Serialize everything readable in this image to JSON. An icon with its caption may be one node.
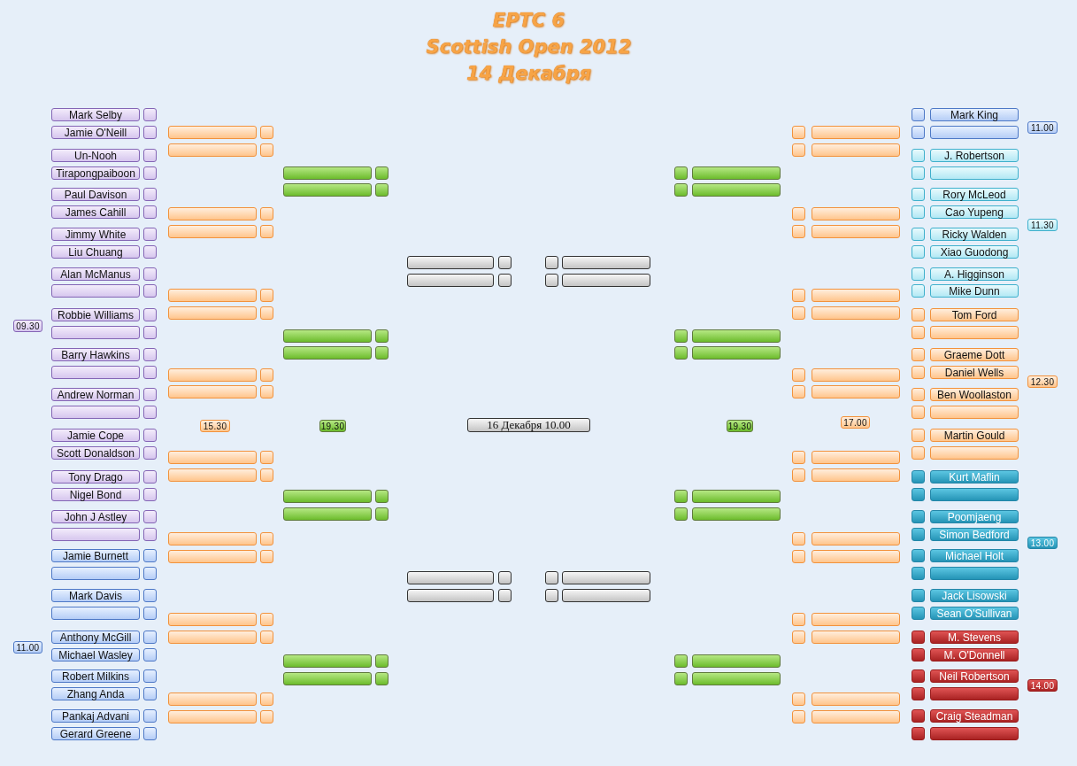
{
  "diagram": {
    "title": "EPTC 6",
    "nodes": [
      {
        "text": [
          "Mark Selby"
        ]
      },
      {
        "text": [
          "Jamie O'Neill"
        ]
      },
      {
        "text": [
          "Un-Nooh"
        ]
      },
      {
        "text": [
          "Tirapongpaiboon"
        ]
      },
      {
        "text": [
          "Paul Davison"
        ]
      },
      {
        "text": [
          "James Cahill"
        ]
      },
      {
        "text": [
          "Jimmy White"
        ]
      },
      {
        "text": [
          "Liu Chuang"
        ]
      },
      {
        "text": [
          "Alan McManus"
        ]
      },
      {
        "text": [],
        "shape": "box"
      },
      {
        "text": [
          "Robbie Williams"
        ]
      },
      {
        "text": [],
        "shape": "box"
      },
      {
        "text": [
          "Barry Hawkins"
        ]
      },
      {
        "text": [],
        "shape": "box"
      },
      {
        "text": [
          "Andrew Norman"
        ]
      },
      {
        "text": [],
        "shape": "box"
      },
      {
        "text": [
          "Jamie Cope"
        ]
      },
      {
        "text": [
          "Scott Donaldson"
        ]
      },
      {
        "text": [
          "Tony Drago"
        ]
      },
      {
        "text": [
          "Nigel Bond"
        ]
      },
      {
        "text": [
          "John J Astley"
        ]
      },
      {
        "text": [],
        "shape": "box"
      },
      {
        "text": [
          "Jamie Burnett"
        ]
      },
      {
        "text": [],
        "shape": "box"
      },
      {
        "text": [
          "Mark Davis"
        ]
      },
      {
        "text": [],
        "shape": "box"
      },
      {
        "text": [
          "Anthony McGill"
        ]
      },
      {
        "text": [
          "Michael Wasley"
        ]
      },
      {
        "text": [
          "Robert Milkins"
        ]
      },
      {
        "text": [
          "Zhang Anda"
        ]
      },
      {
        "text": [
          "Pankaj Advani"
        ]
      },
      {
        "text": [
          "Gerard Greene"
        ]
      },
      {
        "text": [
          "Mark King"
        ]
      },
      {
        "text": [],
        "shape": "box"
      },
      {
        "text": [
          "J.  Robertson"
        ]
      },
      {
        "text": [],
        "shape": "box"
      },
      {
        "text": [
          "Rory McLeod"
        ]
      },
      {
        "text": [
          "Cao Yupeng"
        ]
      },
      {
        "text": [
          "Ricky Walden"
        ]
      },
      {
        "text": [
          "Xiao Guodong"
        ]
      },
      {
        "text": [
          "A. Higginson"
        ]
      },
      {
        "text": [
          "Mike Dunn"
        ]
      },
      {
        "text": [
          "Tom Ford"
        ]
      },
      {
        "text": [],
        "shape": "box"
      },
      {
        "text": [
          "Graeme Dott"
        ]
      },
      {
        "text": [
          "Daniel Wells"
        ]
      },
      {
        "text": [
          "Ben Woollaston"
        ]
      },
      {
        "text": [],
        "shape": "box"
      },
      {
        "text": [
          "Martin Gould"
        ]
      },
      {
        "text": [],
        "shape": "box"
      },
      {
        "text": [
          "Kurt Maflin"
        ]
      },
      {
        "text": [],
        "shape": "box"
      },
      {
        "text": [
          "Poomjaeng"
        ]
      },
      {
        "text": [
          "Simon Bedford"
        ]
      },
      {
        "text": [
          "Michael Holt"
        ]
      },
      {
        "text": [],
        "shape": "box"
      },
      {
        "text": [
          "Jack Lisowski"
        ]
      },
      {
        "text": [
          "Sean O'Sullivan"
        ]
      },
      {
        "text": [
          "M.  Stevens"
        ]
      },
      {
        "text": [
          "M. O'Donnell"
        ]
      },
      {
        "text": [
          "Neil Robertson"
        ]
      },
      {
        "text": [],
        "shape": "box"
      },
      {
        "text": [
          "Craig Steadman"
        ]
      },
      {
        "text": [],
        "shape": "box"
      },
      {
        "text": [],
        "shape": "box"
      },
      {
        "text": [],
        "shape": "box"
      },
      {
        "text": [],
        "shape": "box"
      },
      {
        "text": [],
        "shape": "box"
      },
      {
        "text": [],
        "shape": "box"
      },
      {
        "text": [],
        "shape": "box"
      },
      {
        "text": [],
        "shape": "box"
      },
      {
        "text": [],
        "shape": "box"
      },
      {
        "text": [],
        "shape": "box"
      },
      {
        "text": [],
        "shape": "box"
      },
      {
        "text": [],
        "shape": "box"
      },
      {
        "text": [],
        "shape": "box"
      },
      {
        "text": [],
        "shape": "box"
      },
      {
        "text": [],
        "shape": "box"
      },
      {
        "text": [],
        "shape": "box"
      },
      {
        "text": [],
        "shape": "box"
      },
      {
        "text": [],
        "shape": "box"
      },
      {
        "text": [],
        "shape": "box"
      },
      {
        "text": [],
        "shape": "box"
      },
      {
        "text": [],
        "shape": "box"
      },
      {
        "text": [],
        "shape": "box"
      },
      {
        "text": [],
        "shape": "box"
      },
      {
        "text": [],
        "shape": "box"
      },
      {
        "text": [],
        "shape": "box"
      },
      {
        "text": [],
        "shape": "box"
      },
      {
        "text": [],
        "shape": "box"
      },
      {
        "text": [],
        "shape": "box"
      },
      {
        "text": [],
        "shape": "box"
      },
      {
        "text": [],
        "shape": "box"
      },
      {
        "text": [],
        "shape": "box"
      },
      {
        "text": [],
        "shape": "box"
      },
      {
        "text": [],
        "shape": "box"
      },
      {
        "text": [],
        "shape": "box"
      },
      {
        "text": [],
        "shape": "box"
      },
      {
        "text": [],
        "shape": "box"
      },
      {
        "text": [],
        "shape": "box"
      },
      {
        "text": [],
        "shape": "box"
      },
      {
        "text": [],
        "shape": "box"
      },
      {
        "text": [],
        "shape": "box"
      },
      {
        "text": [],
        "shape": "box"
      },
      {
        "text": [],
        "shape": "box"
      },
      {
        "text": [],
        "shape": "box"
      },
      {
        "text": [],
        "shape": "box"
      },
      {
        "text": [],
        "shape": "box"
      },
      {
        "text": [],
        "shape": "box"
      },
      {
        "text": [],
        "shape": "box"
      },
      {
        "text": [],
        "shape": "box"
      },
      {
        "text": [],
        "shape": "box"
      },
      {
        "text": [],
        "shape": "box"
      },
      {
        "text": [],
        "shape": "box"
      },
      {
        "text": [],
        "shape": "box"
      },
      {
        "text": [],
        "shape": "box"
      },
      {
        "text": [],
        "shape": "box"
      },
      {
        "text": [],
        "shape": "box"
      },
      {
        "text": [],
        "shape": "box"
      },
      {
        "text": [],
        "shape": "box"
      },
      {
        "text": [
          "11.00"
        ]
      },
      {
        "text": [
          "11.30"
        ]
      },
      {
        "text": [
          "09.30"
        ]
      },
      {
        "text": [
          "12.30"
        ]
      },
      {
        "text": [
          "15.30"
        ]
      },
      {
        "text": [
          "19.30"
        ]
      },
      {
        "text": [
          "16 Декабря 10.00"
        ]
      },
      {
        "text": [
          "19.30"
        ]
      },
      {
        "text": [
          "17.00"
        ]
      },
      {
        "text": [
          "13.00"
        ]
      },
      {
        "text": [
          "11.00"
        ]
      },
      {
        "text": [
          "14.00"
        ]
      }
    ],
    "labels": [
      "Scottish Open 2012",
      "14 Декабря"
    ]
  }
}
